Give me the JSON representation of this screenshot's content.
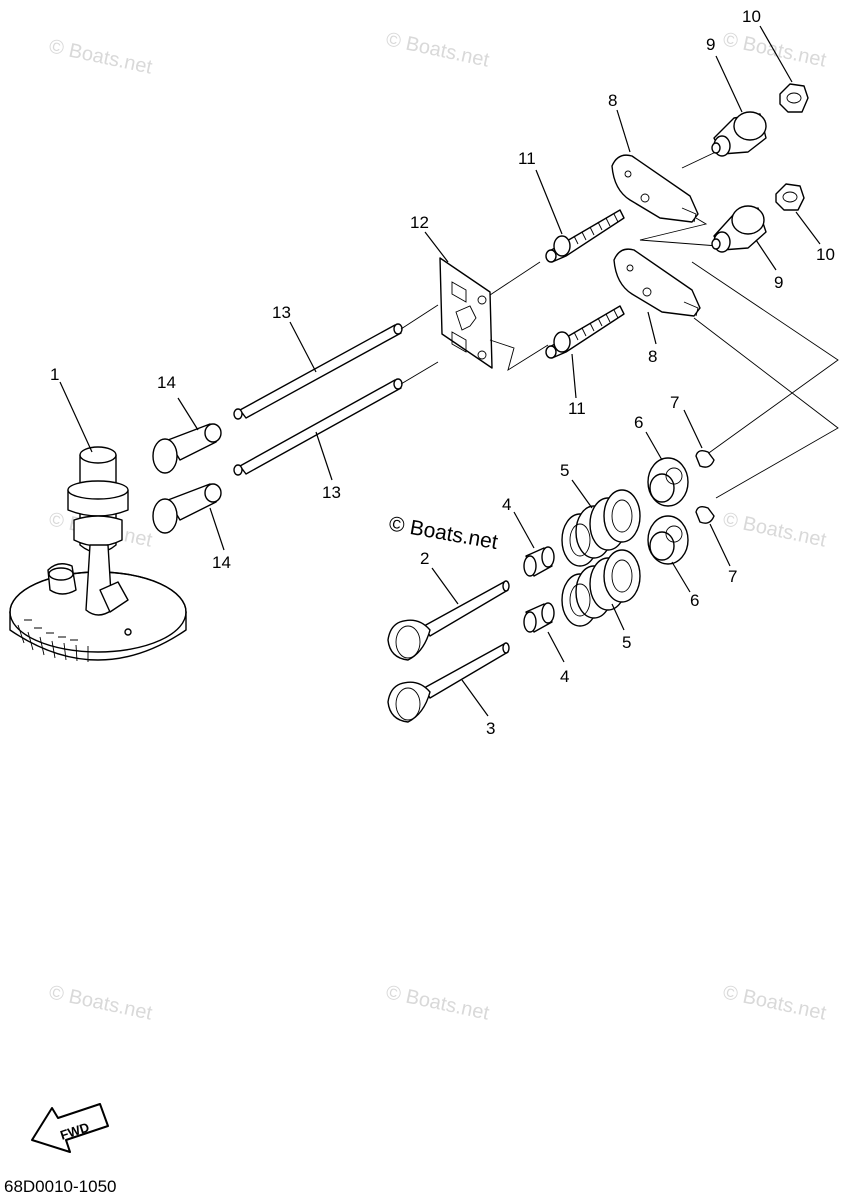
{
  "watermark": {
    "text": "© Boats.net",
    "main_text": "© Boats.net"
  },
  "callouts": {
    "p1": "1",
    "p2": "2",
    "p3": "3",
    "p4a": "4",
    "p4b": "4",
    "p5a": "5",
    "p5b": "5",
    "p6a": "6",
    "p6b": "6",
    "p7a": "7",
    "p7b": "7",
    "p8a": "8",
    "p8b": "8",
    "p9a": "9",
    "p9b": "9",
    "p10a": "10",
    "p10b": "10",
    "p11a": "11",
    "p11b": "11",
    "p12": "12",
    "p13a": "13",
    "p13b": "13",
    "p14a": "14",
    "p14b": "14"
  },
  "fwd_label": "FWD",
  "diagram_code": "68D0010-1050"
}
